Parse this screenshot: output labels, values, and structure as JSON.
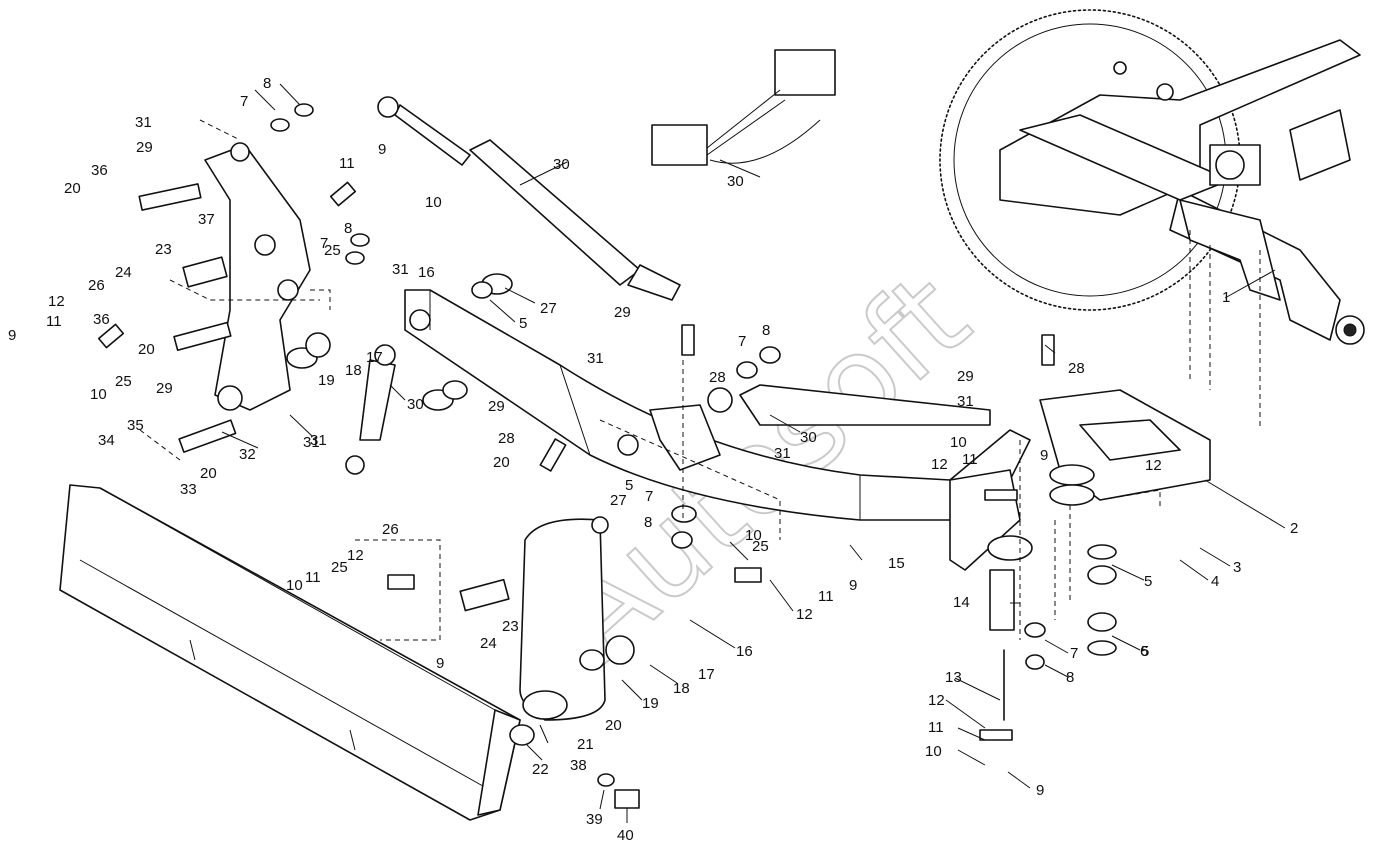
{
  "diagram": {
    "type": "exploded-parts-diagram",
    "watermark": "Autosoft",
    "callouts": [
      {
        "n": "1"
      },
      {
        "n": "2"
      },
      {
        "n": "3"
      },
      {
        "n": "4"
      },
      {
        "n": "5"
      },
      {
        "n": "5"
      },
      {
        "n": "5"
      },
      {
        "n": "5"
      },
      {
        "n": "6"
      },
      {
        "n": "7"
      },
      {
        "n": "7"
      },
      {
        "n": "7"
      },
      {
        "n": "7"
      },
      {
        "n": "7"
      },
      {
        "n": "8"
      },
      {
        "n": "8"
      },
      {
        "n": "8"
      },
      {
        "n": "8"
      },
      {
        "n": "8"
      },
      {
        "n": "9"
      },
      {
        "n": "9"
      },
      {
        "n": "9"
      },
      {
        "n": "9"
      },
      {
        "n": "9"
      },
      {
        "n": "9"
      },
      {
        "n": "10"
      },
      {
        "n": "10"
      },
      {
        "n": "10"
      },
      {
        "n": "10"
      },
      {
        "n": "10"
      },
      {
        "n": "10"
      },
      {
        "n": "11"
      },
      {
        "n": "11"
      },
      {
        "n": "11"
      },
      {
        "n": "11"
      },
      {
        "n": "11"
      },
      {
        "n": "11"
      },
      {
        "n": "12"
      },
      {
        "n": "12"
      },
      {
        "n": "12"
      },
      {
        "n": "12"
      },
      {
        "n": "12"
      },
      {
        "n": "12"
      },
      {
        "n": "13"
      },
      {
        "n": "14"
      },
      {
        "n": "15"
      },
      {
        "n": "16"
      },
      {
        "n": "16"
      },
      {
        "n": "17"
      },
      {
        "n": "17"
      },
      {
        "n": "18"
      },
      {
        "n": "18"
      },
      {
        "n": "19"
      },
      {
        "n": "19"
      },
      {
        "n": "20"
      },
      {
        "n": "20"
      },
      {
        "n": "20"
      },
      {
        "n": "20"
      },
      {
        "n": "20"
      },
      {
        "n": "21"
      },
      {
        "n": "22"
      },
      {
        "n": "23"
      },
      {
        "n": "23"
      },
      {
        "n": "24"
      },
      {
        "n": "24"
      },
      {
        "n": "25"
      },
      {
        "n": "25"
      },
      {
        "n": "25"
      },
      {
        "n": "25"
      },
      {
        "n": "26"
      },
      {
        "n": "26"
      },
      {
        "n": "27"
      },
      {
        "n": "27"
      },
      {
        "n": "28"
      },
      {
        "n": "28"
      },
      {
        "n": "28"
      },
      {
        "n": "29"
      },
      {
        "n": "29"
      },
      {
        "n": "29"
      },
      {
        "n": "29"
      },
      {
        "n": "29"
      },
      {
        "n": "30"
      },
      {
        "n": "30"
      },
      {
        "n": "30"
      },
      {
        "n": "30"
      },
      {
        "n": "31"
      },
      {
        "n": "31"
      },
      {
        "n": "31"
      },
      {
        "n": "31"
      },
      {
        "n": "31"
      },
      {
        "n": "31"
      },
      {
        "n": "31"
      },
      {
        "n": "32"
      },
      {
        "n": "33"
      },
      {
        "n": "34"
      },
      {
        "n": "35"
      },
      {
        "n": "36"
      },
      {
        "n": "36"
      },
      {
        "n": "37"
      },
      {
        "n": "38"
      },
      {
        "n": "39"
      },
      {
        "n": "40"
      }
    ]
  }
}
